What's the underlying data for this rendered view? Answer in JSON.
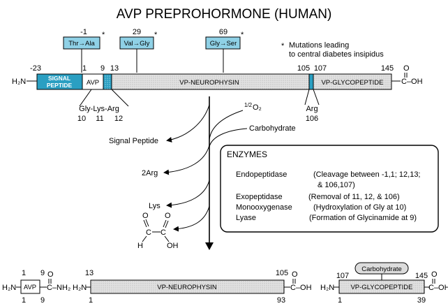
{
  "title": "AVP PREPROHORMONE (HUMAN)",
  "legend": {
    "star": "*",
    "line1": "Mutations leading",
    "line2": "to central diabetes insipidus"
  },
  "mutations": [
    {
      "position": "-1",
      "label": "Thr→Ala",
      "star": "*"
    },
    {
      "position": "29",
      "label": "Val→Gly",
      "star": "*"
    },
    {
      "position": "69",
      "label": "Gly→Ser",
      "star": "*"
    }
  ],
  "preprohormone": {
    "n_terminus": "H₂N",
    "c_terminus_top": "O",
    "c_terminus": "C–OH",
    "numbers": {
      "n23": "-23",
      "n1": "1",
      "n9": "9",
      "n13": "13",
      "n105": "105",
      "n107": "107",
      "n145": "145"
    },
    "segments": {
      "signal_line1": "SIGNAL",
      "signal_line2": "PEPTIDE",
      "avp": "AVP",
      "neurophysin": "VP-NEUROPHYSIN",
      "glycopeptide": "VP-GLYCOPEPTIDE"
    }
  },
  "cleavage_left": {
    "label": "Gly-Lys-Arg",
    "n10": "10",
    "n11": "11",
    "n12": "12"
  },
  "cleavage_right": {
    "label": "Arg",
    "num": "106"
  },
  "inputs": {
    "o2_frac": "1/2",
    "o2": "O₂",
    "carbohydrate": "Carbohydrate"
  },
  "outputs": {
    "signal_peptide": "Signal Peptide",
    "two_arg": "2Arg",
    "lys": "Lys",
    "glyoxylate": {
      "o1": "O",
      "o2": "O",
      "h": "H",
      "c1": "C",
      "c2": "C",
      "oh": "OH"
    }
  },
  "enzymes": {
    "heading": "ENZYMES",
    "rows": [
      {
        "name": "Endopeptidase",
        "desc": "(Cleavage between -1,1; 12,13;",
        "desc2": "& 106,107)"
      },
      {
        "name": "Exopeptidase",
        "desc": "(Removal of 11, 12, & 106)"
      },
      {
        "name": "Monooxygenase",
        "desc": "(Hydroxylation of Gly at 10)"
      },
      {
        "name": "Lyase",
        "desc": "(Formation of Glycinamide at 9)"
      }
    ]
  },
  "products": {
    "avp": {
      "top1": "1",
      "top9": "9",
      "n_term": "H₂N",
      "name": "AVP",
      "c_term": "C–NH₂",
      "c_o": "O",
      "bottom1": "1",
      "bottom9": "9"
    },
    "neurophysin": {
      "top13": "13",
      "top105": "105",
      "n_term": "H₂N",
      "name": "VP-NEUROPHYSIN",
      "c_o": "O",
      "c_term": "C–OH",
      "bottom1": "1",
      "bottom93": "93"
    },
    "glycopeptide": {
      "top107": "107",
      "top145": "145",
      "carbohydrate": "Carbohydrate",
      "n_term": "H₂N",
      "name": "VP-GLYCOPEPTIDE",
      "c_o": "O",
      "c_term": "C–OH",
      "bottom1": "1",
      "bottom39": "39"
    }
  },
  "colors": {
    "signal": "#2a9fc2",
    "mutation_box": "#8fd1e6",
    "neurophysin_fill": "#dcdcdc",
    "cleavage_mark": "#2a9fc2"
  }
}
